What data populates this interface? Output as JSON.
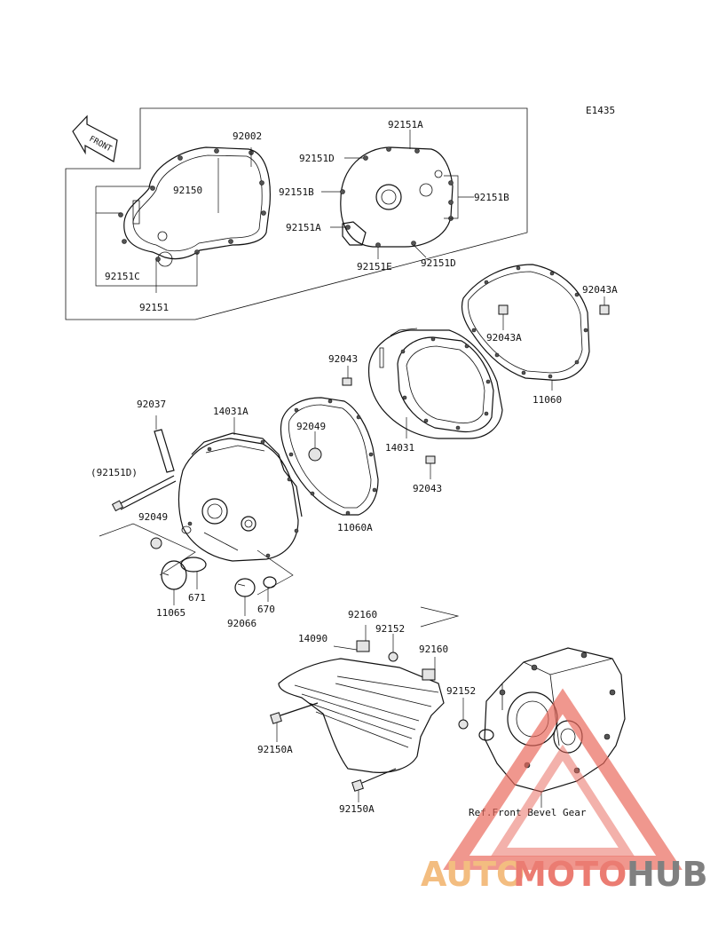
{
  "diagram_code": "E1435",
  "front_arrow_label": "FRONT",
  "labels": {
    "l92002": "92002",
    "l92150": "92150",
    "l92151C": "92151C",
    "l92151": "92151",
    "l92151A_top": "92151A",
    "l92151D_top": "92151D",
    "l92151B_left": "92151B",
    "l92151B_right": "92151B",
    "l92151A_mid": "92151A",
    "l92151E": "92151E",
    "l92151D_bot": "92151D",
    "l92043A_top": "92043A",
    "l92043A_mid": "92043A",
    "l11060": "11060",
    "l92043_top": "92043",
    "l14031": "14031",
    "l92043_bot": "92043",
    "l92037": "92037",
    "l14031A": "14031A",
    "l92049_gasket": "92049",
    "l92151D_paren": "(92151D)",
    "l92049_left": "92049",
    "l11060A": "11060A",
    "l671": "671",
    "l11065": "11065",
    "l92066": "92066",
    "l670": "670",
    "l92160_top": "92160",
    "l92152_top": "92152",
    "l14090": "14090",
    "l92160_mid": "92160",
    "l92152_mid": "92152",
    "l92150A_left": "92150A",
    "l92150A_bot": "92150A",
    "ref_front_bevel_gear": "Ref.Front Bevel Gear"
  },
  "watermark": {
    "part1": "AUTO",
    "part2": "MOTO",
    "part3": "HUB",
    "color_orange": "#f2b26b",
    "color_red": "#e8665a",
    "color_gray": "#6b6b6b"
  }
}
